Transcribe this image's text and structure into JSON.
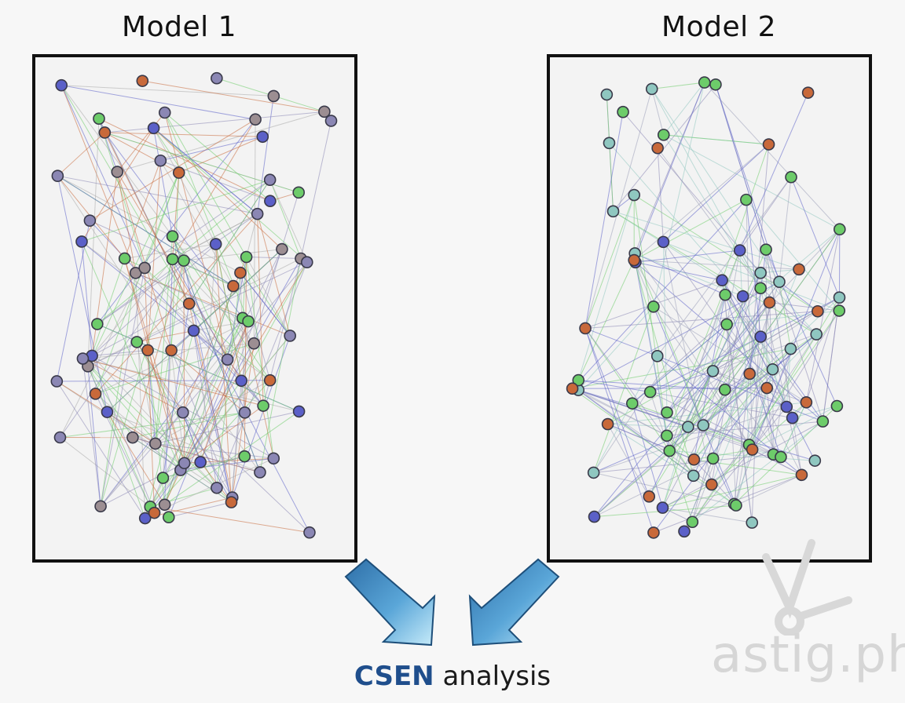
{
  "models": [
    {
      "title": "Model 1"
    },
    {
      "title": "Model 2"
    }
  ],
  "caption": {
    "highlight": "CSEN",
    "rest": " analysis"
  },
  "watermark": {
    "text": "astig.ph"
  },
  "colors": {
    "orange": "#c8693a",
    "purple": "#8b87b4",
    "blue": "#5b60c8",
    "taupe": "#9c8e92",
    "green": "#6dcc6a",
    "teal": "#8fc7c0",
    "arrow": "#3f86c4",
    "arrow_light": "#aee0f5"
  },
  "icons": [
    "arrow-down-right-icon",
    "arrow-down-left-icon",
    "watermark-logo-icon"
  ]
}
